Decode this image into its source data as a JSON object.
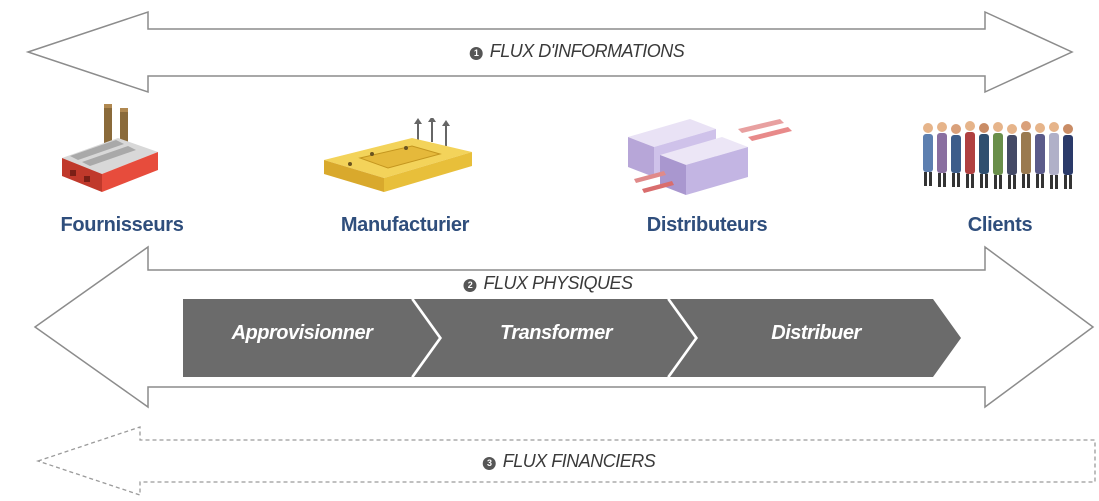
{
  "flows": {
    "information": {
      "number": "1",
      "label": "FLUX D'INFORMATIONS"
    },
    "physical": {
      "number": "2",
      "label": "FLUX PHYSIQUES"
    },
    "financial": {
      "number": "3",
      "label": "FLUX FINANCIERS"
    }
  },
  "actors": [
    {
      "label": "Fournisseurs",
      "icon": "factory-icon"
    },
    {
      "label": "Manufacturier",
      "icon": "manufacturing-plant-icon"
    },
    {
      "label": "Distributeurs",
      "icon": "distribution-warehouse-icon"
    },
    {
      "label": "Clients",
      "icon": "customers-group-icon"
    }
  ],
  "steps": [
    {
      "label": "Approvisionner"
    },
    {
      "label": "Transformer"
    },
    {
      "label": "Distribuer"
    }
  ],
  "colors": {
    "arrow_stroke": "#8c8c8c",
    "step_fill": "#6b6b6b",
    "actor_text": "#2f4e7c"
  }
}
